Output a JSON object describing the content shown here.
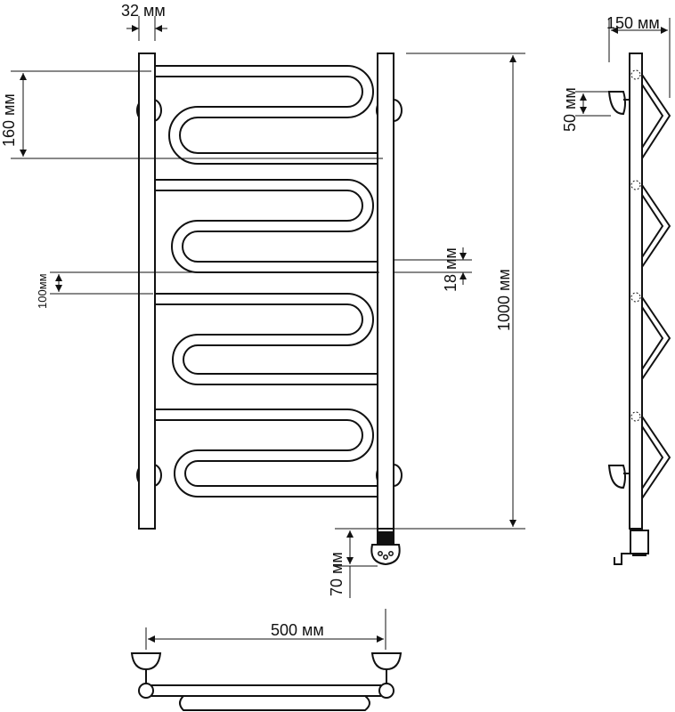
{
  "dimensions": {
    "bar_diameter": "32 мм",
    "rung_spacing": "160 мм",
    "side_depth": "150 мм",
    "bracket_offset": "50 мм",
    "loop_spacing": "100мм",
    "tube_diameter": "18 мм",
    "total_height": "1000 мм",
    "heater_length": "70 мм",
    "total_width": "500 мм"
  }
}
